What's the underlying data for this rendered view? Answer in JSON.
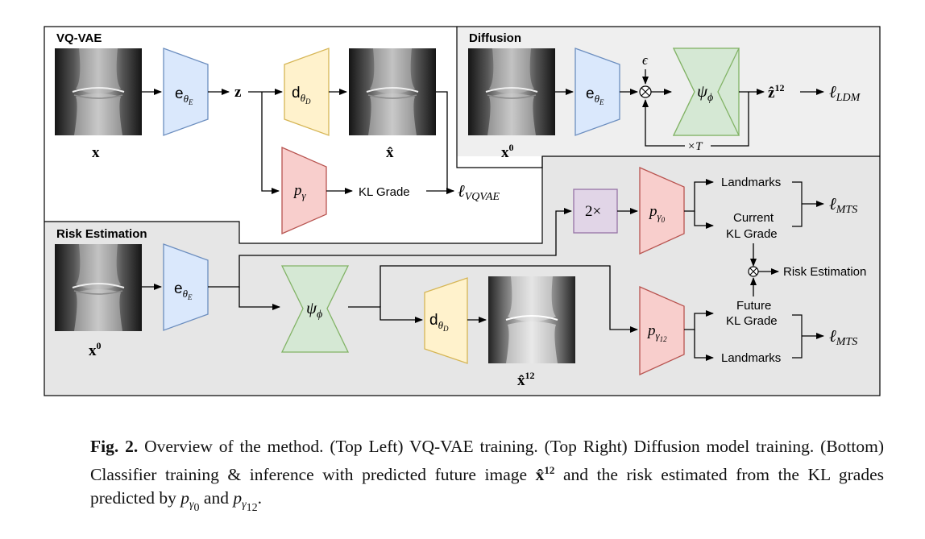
{
  "panels": {
    "vqvae": "VQ-VAE",
    "diffusion": "Diffusion",
    "risk": "Risk Estimation"
  },
  "modules": {
    "encoder": "e",
    "encoder_sub": "θ",
    "encoder_subsub": "E",
    "decoder": "d",
    "decoder_sub": "θ",
    "decoder_subsub": "D",
    "prior": "p",
    "prior_sub": "γ",
    "psi": "ψ",
    "psi_sub": "ϕ",
    "classifier0": "p",
    "classifier0_sub": "γ",
    "classifier0_subsub": "0",
    "classifier12": "p",
    "classifier12_sub": "γ",
    "classifier12_subsub": "12",
    "upsample": "2×"
  },
  "variables": {
    "x": "x",
    "z": "z",
    "x_hat": "x̂",
    "x0": "x",
    "x0_sup": "0",
    "z_hat12": "ẑ",
    "z_hat12_sup": "12",
    "x_hat12": "x̂",
    "x_hat12_sup": "12",
    "epsilon": "ϵ",
    "times_T": "×T"
  },
  "losses": {
    "vqvae": "ℓ",
    "vqvae_sub": "VQVAE",
    "ldm": "ℓ",
    "ldm_sub": "LDM",
    "mts_top": "ℓ",
    "mts_top_sub": "MTS",
    "mts_bottom": "ℓ",
    "mts_bottom_sub": "MTS"
  },
  "labels": {
    "kl_grade": "KL Grade",
    "landmarks_top": "Landmarks",
    "current_kl_line1": "Current",
    "current_kl_line2": "KL Grade",
    "future_kl_line1": "Future",
    "future_kl_line2": "KL Grade",
    "landmarks_bottom": "Landmarks",
    "risk_estimation": "Risk Estimation"
  },
  "colors": {
    "encoder_fill": "#dae8fc",
    "encoder_stroke": "#6c8ebf",
    "decoder_fill": "#fff2cc",
    "decoder_stroke": "#d6b656",
    "prior_fill": "#f8cecc",
    "prior_stroke": "#b85450",
    "psi_fill": "#d5e8d4",
    "psi_stroke": "#82b366",
    "upsample_fill": "#e1d5e7",
    "upsample_stroke": "#9673a6",
    "panel_gray": "#efefef",
    "panel_gray_dark": "#e6e6e6"
  },
  "caption": {
    "fig_label": "Fig. 2.",
    "text1": " Overview of the method. (Top Left) VQ-VAE training. (Top Right) Diffusion model training. (Bottom) Classifier training & inference with predicted future image ",
    "xhat": "x̂",
    "xhat_sup": "12",
    "text2": " and the risk estimated from the KL grades predicted by ",
    "p": "p",
    "gamma": "γ",
    "sub0": "0",
    "and": " and ",
    "sub12": "12",
    "end": "."
  }
}
